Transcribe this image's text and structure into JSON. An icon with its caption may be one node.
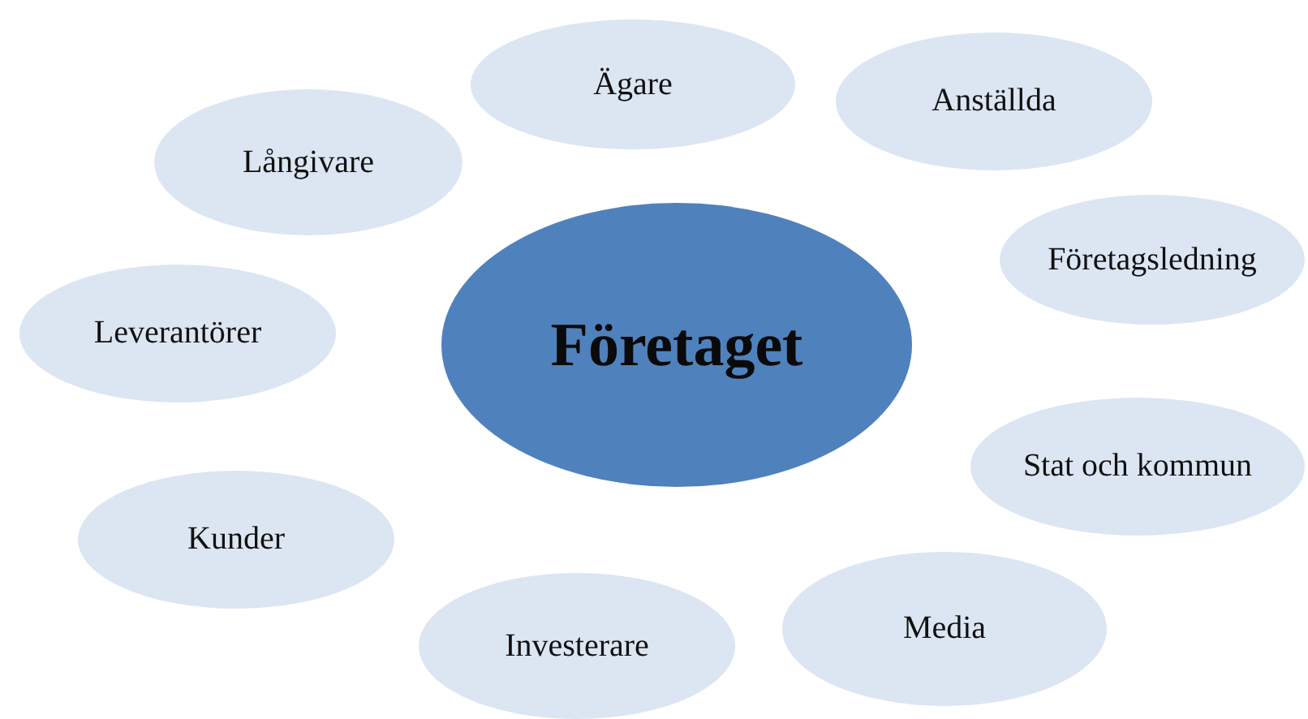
{
  "diagram": {
    "nodes": [
      {
        "text": [
          "Ägare"
        ]
      },
      {
        "text": [
          "Anställda"
        ]
      },
      {
        "text": [
          "Långivare"
        ]
      },
      {
        "text": [
          "Företagsledning"
        ]
      },
      {
        "text": [
          "Företaget"
        ]
      },
      {
        "text": [
          "Leverantörer"
        ]
      },
      {
        "text": [
          "Stat och kommun"
        ]
      },
      {
        "text": [
          "Kunder"
        ]
      },
      {
        "text": [
          "Investerare"
        ]
      },
      {
        "text": [
          "Media"
        ]
      }
    ]
  }
}
